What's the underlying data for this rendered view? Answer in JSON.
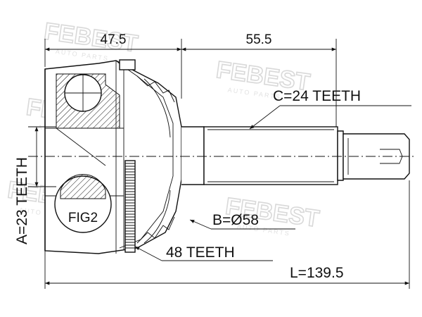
{
  "diagram": {
    "dimensions": {
      "left_length": "47.5",
      "right_length": "55.5",
      "total_length": "L=139.5"
    },
    "callouts": {
      "outer_spline": "C=24 TEETH",
      "diameter": "B=Ø58",
      "abs_ring": "48 TEETH",
      "inner_spline": "A=23 TEETH",
      "fig": "FIG2"
    },
    "watermark": {
      "brand": "FEBEST",
      "tagline": "AUTO PARTS"
    },
    "colors": {
      "ink": "#111111",
      "watermark": "#d9d9d9"
    }
  }
}
